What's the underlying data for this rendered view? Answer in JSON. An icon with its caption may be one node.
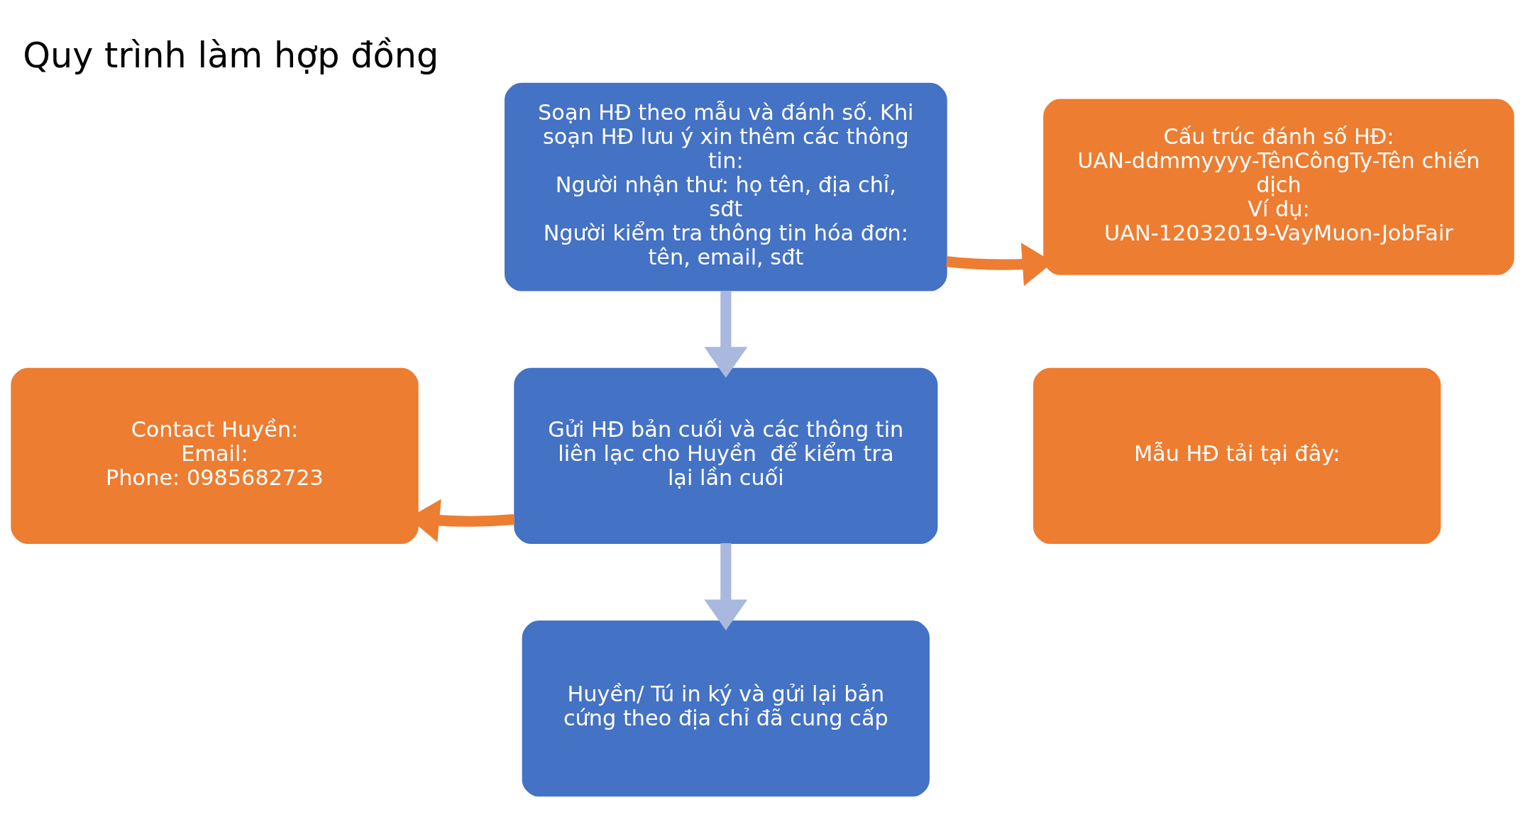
{
  "diagram": {
    "title": "Quy trình làm hợp đồng",
    "nodes": [
      {
        "text": [
          "Soạn HĐ theo mẫu và đánh số. Khi soạn HĐ lưu ý xin thêm các thông tin:",
          "Người nhận thư: họ tên, địa chỉ, sđt",
          "Người kiểm tra thông tin hóa đơn: tên, email, sđt"
        ]
      },
      {
        "text": [
          "Cấu trúc đánh số HĐ:",
          "UAN-ddmmyyyy-TênCôngTy-Tên chiến dịch",
          "Ví dụ: UAN-12032019-VayMuon-JobFair"
        ]
      },
      {
        "text": [
          "Gửi HĐ bản cuối và các thông tin liên lạc cho Huyền  để kiểm tra lại lần cuối"
        ]
      },
      {
        "text": [
          "Contact Huyền:",
          "Email:",
          "Phone: 0985682723"
        ]
      },
      {
        "text": [
          "Mẫu HĐ tải tại đây:"
        ]
      },
      {
        "text": [
          "Huyền/ Tú in ký và gửi lại bản cứng theo địa chỉ đã cung cấp"
        ]
      }
    ],
    "edges": [
      {
        "from": 0,
        "to": 1,
        "arrow": "to",
        "color": "#ed7d31"
      },
      {
        "from": 0,
        "to": 2,
        "arrow": "to",
        "color": "#a9b8de"
      },
      {
        "from": 2,
        "to": 3,
        "arrow": "to",
        "color": "#ed7d31"
      },
      {
        "from": 2,
        "to": 5,
        "arrow": "to",
        "color": "#a9b8de"
      }
    ]
  }
}
